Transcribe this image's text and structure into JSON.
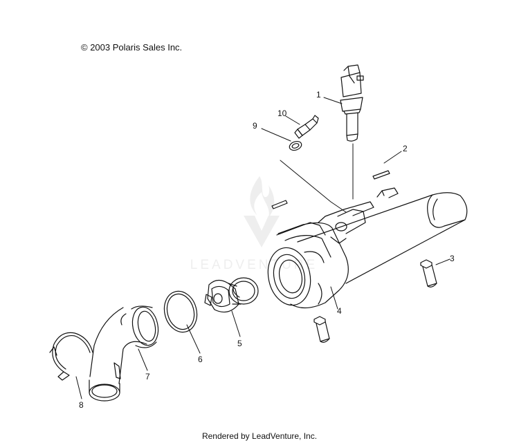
{
  "copyright": "© 2003 Polaris Sales Inc.",
  "footer": "Rendered by LeadVenture, Inc.",
  "watermark": "LEADVENTURE",
  "callouts": [
    {
      "id": "1",
      "label": "1"
    },
    {
      "id": "2",
      "label": "2"
    },
    {
      "id": "3",
      "label": "3"
    },
    {
      "id": "4",
      "label": "4"
    },
    {
      "id": "5",
      "label": "5"
    },
    {
      "id": "6",
      "label": "6"
    },
    {
      "id": "7",
      "label": "7"
    },
    {
      "id": "8",
      "label": "8"
    },
    {
      "id": "9",
      "label": "9"
    },
    {
      "id": "10",
      "label": "10"
    }
  ]
}
